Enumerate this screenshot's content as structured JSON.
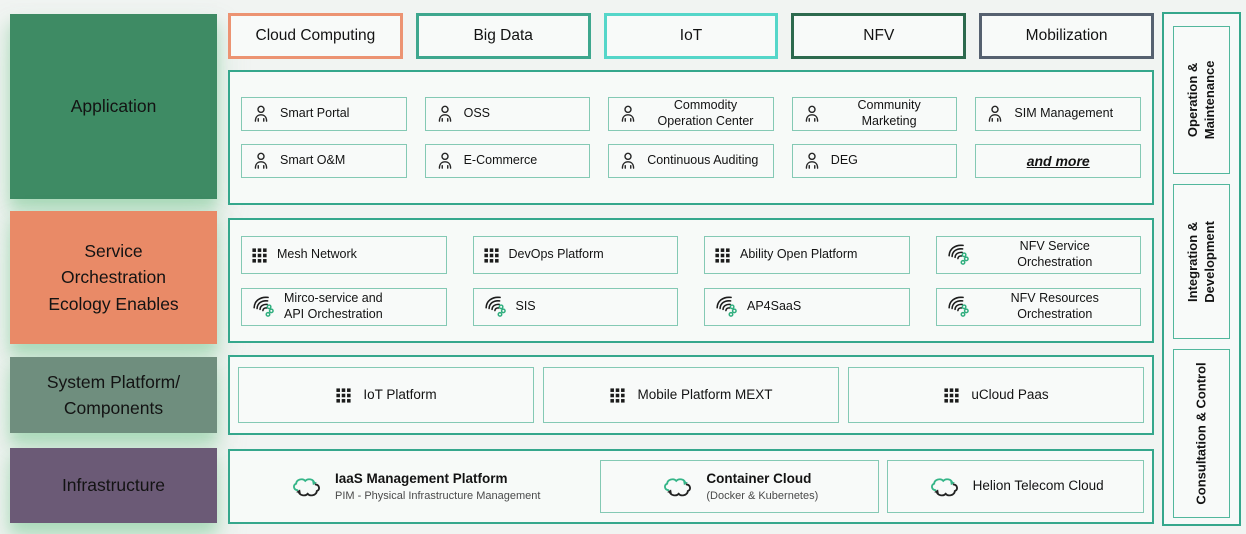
{
  "palette": {
    "background": "#F1F4F2",
    "container_border": "#35A78C",
    "item_border": "#84C9B4",
    "icon_green": "#2FAE7E",
    "layer_application": "#3E8B64",
    "layer_service": "#E98A67",
    "layer_system": "#6F8E7E",
    "layer_infrastructure": "#6B5A76",
    "tab_cloud_computing_border": "#EC9372",
    "tab_big_data_border": "#3EA78E",
    "tab_iot_border": "#55D6C9",
    "tab_nfv_border": "#2D6A4E",
    "tab_mobilization_border": "#566170"
  },
  "layers": {
    "application": {
      "label": "Application",
      "color": "#3E8B64"
    },
    "service": {
      "label": "Service\nOrchestration\nEcology Enables",
      "color": "#E98A67"
    },
    "system": {
      "label": "System Platform/\nComponents",
      "color": "#6F8E7E"
    },
    "infrastructure": {
      "label": "Infrastructure",
      "color": "#6B5A76"
    }
  },
  "tabs": [
    {
      "label": "Cloud Computing",
      "border_color": "#EC9372"
    },
    {
      "label": "Big Data",
      "border_color": "#3EA78E"
    },
    {
      "label": "IoT",
      "border_color": "#55D6C9"
    },
    {
      "label": "NFV",
      "border_color": "#2D6A4E"
    },
    {
      "label": "Mobilization",
      "border_color": "#566170"
    }
  ],
  "application": {
    "row1": [
      {
        "icon": "person-icon",
        "label": "Smart Portal"
      },
      {
        "icon": "person-icon",
        "label": "OSS"
      },
      {
        "icon": "person-icon",
        "label": "Commodity\nOperation Center"
      },
      {
        "icon": "person-icon",
        "label": "Community\nMarketing"
      },
      {
        "icon": "person-icon",
        "label": "SIM Management"
      }
    ],
    "row2": [
      {
        "icon": "person-icon",
        "label": "Smart O&M"
      },
      {
        "icon": "person-icon",
        "label": "E-Commerce"
      },
      {
        "icon": "person-icon",
        "label": "Continuous Auditing"
      },
      {
        "icon": "person-icon",
        "label": "DEG"
      },
      {
        "icon": "none",
        "label": "and more"
      }
    ]
  },
  "service": {
    "row1": [
      {
        "icon": "grid-icon",
        "label": "Mesh Network"
      },
      {
        "icon": "grid-icon",
        "label": "DevOps Platform"
      },
      {
        "icon": "grid-icon",
        "label": "Ability Open Platform"
      },
      {
        "icon": "orchestration-icon",
        "label": "NFV Service\nOrchestration"
      }
    ],
    "row2": [
      {
        "icon": "orchestration-icon",
        "label": "Mirco-service and\nAPI Orchestration"
      },
      {
        "icon": "orchestration-icon",
        "label": "SIS"
      },
      {
        "icon": "orchestration-icon",
        "label": "AP4SaaS"
      },
      {
        "icon": "orchestration-icon",
        "label": "NFV Resources\nOrchestration"
      }
    ]
  },
  "system": {
    "items": [
      {
        "icon": "grid-icon",
        "label": "IoT Platform"
      },
      {
        "icon": "grid-icon",
        "label": "Mobile Platform MEXT"
      },
      {
        "icon": "grid-icon",
        "label": "uCloud Paas"
      }
    ]
  },
  "infrastructure": {
    "items": [
      {
        "icon": "cloud-sync-icon",
        "title": "IaaS Management Platform",
        "subtitle": "PIM - Physical Infrastructure Management"
      },
      {
        "icon": "cloud-sync-icon",
        "title": "Container Cloud",
        "subtitle": "(Docker & Kubernetes)"
      },
      {
        "icon": "cloud-sync-icon",
        "title": "Helion Telecom Cloud",
        "subtitle": ""
      }
    ]
  },
  "right_rail": [
    {
      "label": "Operation &\nMaintenance"
    },
    {
      "label": "Integration &\nDevelopment"
    },
    {
      "label": "Consultation & Control"
    }
  ]
}
